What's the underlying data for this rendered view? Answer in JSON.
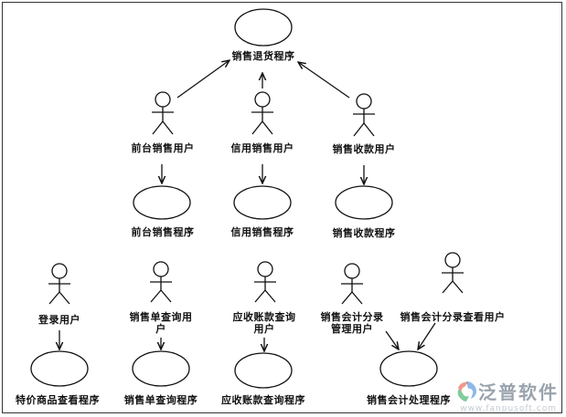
{
  "diagram": {
    "labels": {
      "top_uc": "销售退货程序",
      "actor_front": "前台销售用户",
      "actor_credit": "信用销售用户",
      "actor_receipt": "销售收款用户",
      "uc_front": "前台销售程序",
      "uc_credit": "信用销售程序",
      "uc_receipt": "销售收款程序",
      "actor_login": "登录用户",
      "actor_order_q1": "销售单查询用",
      "actor_order_q2": "户",
      "actor_ar_q1": "应收账款查询",
      "actor_ar_q2": "用户",
      "actor_acct_mgr1": "销售会计分录",
      "actor_acct_mgr2": "管理用户",
      "actor_acct_view": "销售会计分录查看用户",
      "uc_special": "特价商品查看程序",
      "uc_order_q": "销售单查询程序",
      "uc_ar_q": "应收账款查询程序",
      "uc_acct": "销售会计处理程序"
    }
  },
  "watermark": {
    "brand": "泛普软件",
    "url": "www.fanpusoft.com",
    "colors": [
      "#2f7fd6",
      "#e8462e",
      "#1aa34a"
    ]
  }
}
